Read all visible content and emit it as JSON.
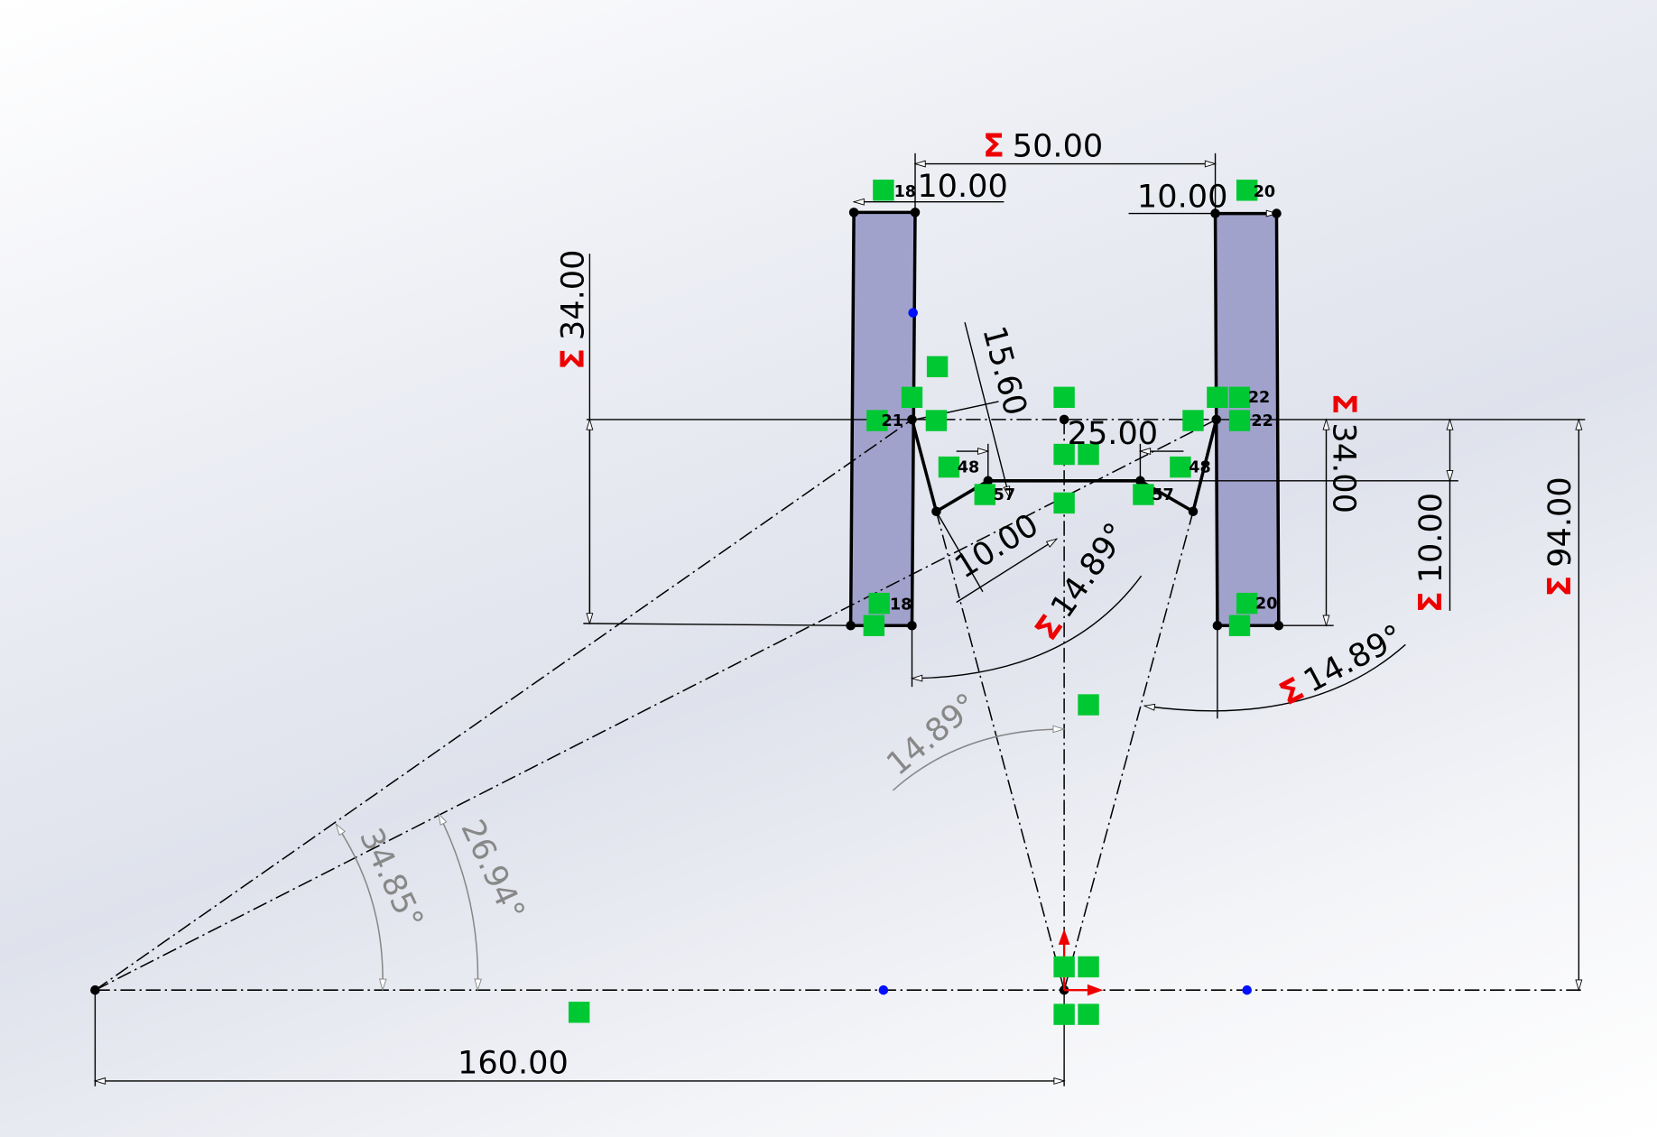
{
  "dimensions": {
    "top_width": "50.00",
    "left_bar_width": "10.00",
    "right_bar_width": "10.00",
    "left_height": "34.00",
    "right_height": "34.00",
    "right_offset": "10.00",
    "total_height": "94.00",
    "base_length": "160.00",
    "inner_width": "25.00",
    "diag_length": "15.60",
    "diag_short": "10.00",
    "angle_left": "14.89°",
    "angle_right": "14.89°",
    "angle_center": "14.89°",
    "angle_outer": "34.85°",
    "angle_inner": "26.94°",
    "driven_symbol": "Σ"
  },
  "relations": [
    "18",
    "18",
    "20",
    "20",
    "22",
    "22",
    "21",
    "48",
    "48",
    "57",
    "57"
  ],
  "colors": {
    "bar_fill": "#a0a2cc",
    "relation": "#00c832",
    "driven": "#e00000",
    "point_blue": "#0010ff"
  }
}
